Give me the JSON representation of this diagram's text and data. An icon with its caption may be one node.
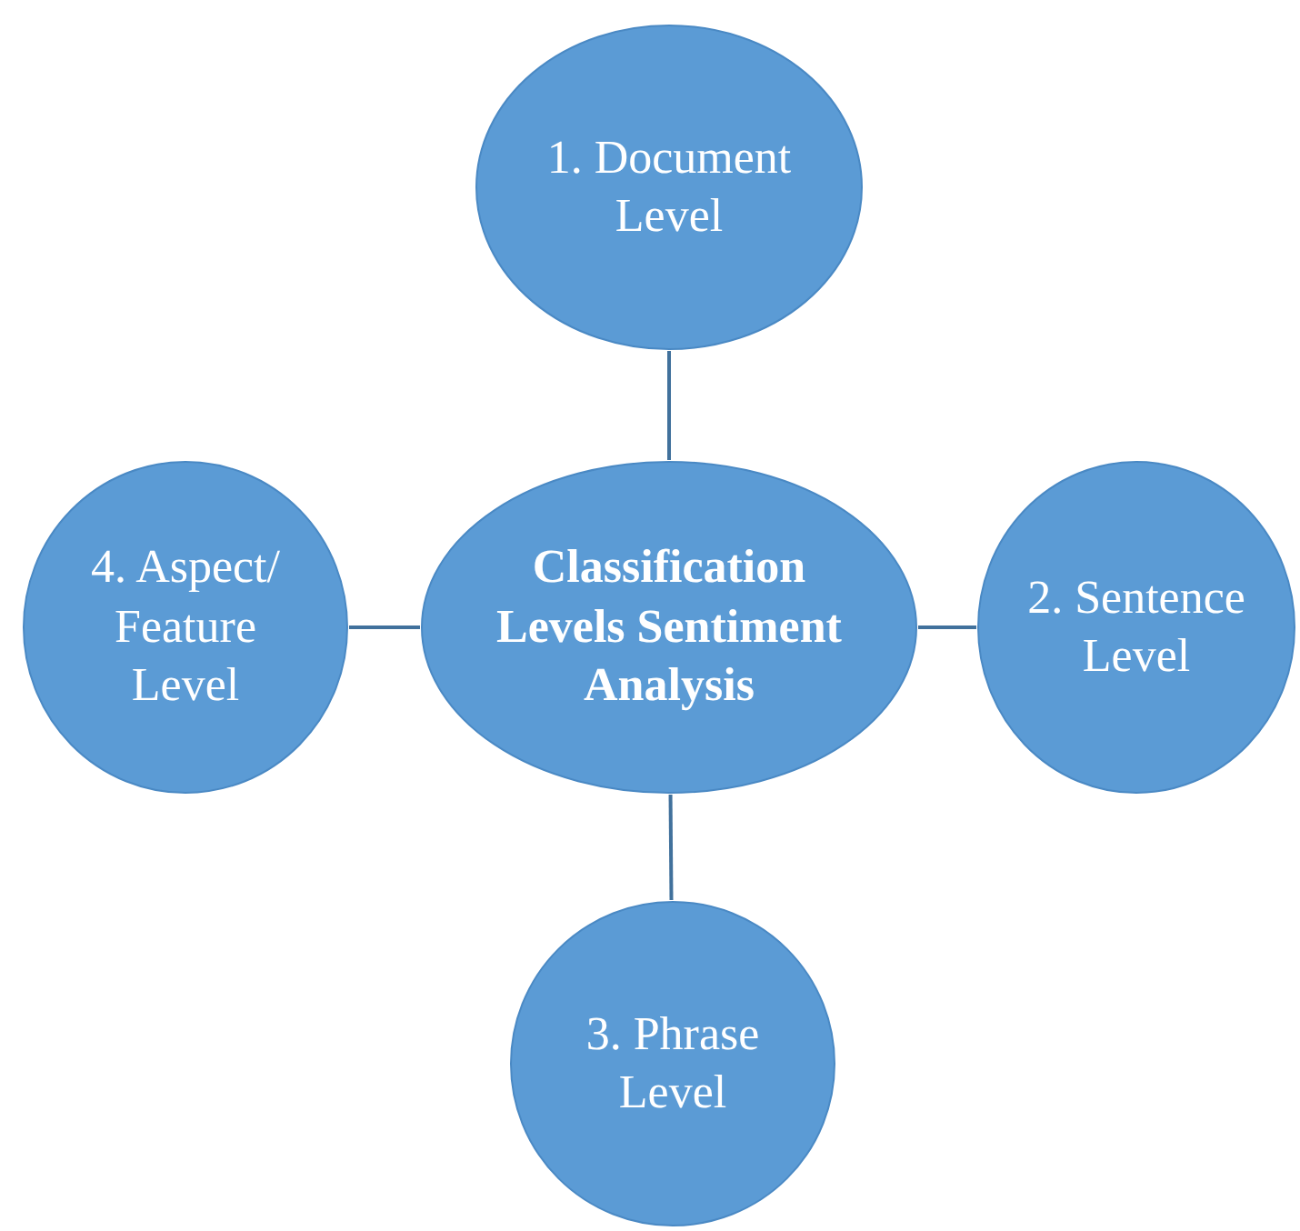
{
  "diagram": {
    "nodes": [
      {
        "text": [
          "Classification Levels Sentiment Analysis"
        ]
      },
      {
        "text": [
          "1. Document Level"
        ]
      },
      {
        "text": [
          "2. Sentence Level"
        ]
      },
      {
        "text": [
          "3. Phrase Level"
        ]
      },
      {
        "text": [
          "4. Aspect/ Feature Level"
        ]
      }
    ],
    "edges": [
      {
        "from": 0,
        "to": 1,
        "arrow": "none"
      },
      {
        "from": 0,
        "to": 2,
        "arrow": "none"
      },
      {
        "from": 0,
        "to": 3,
        "arrow": "none"
      },
      {
        "from": 0,
        "to": 4,
        "arrow": "none"
      }
    ]
  }
}
